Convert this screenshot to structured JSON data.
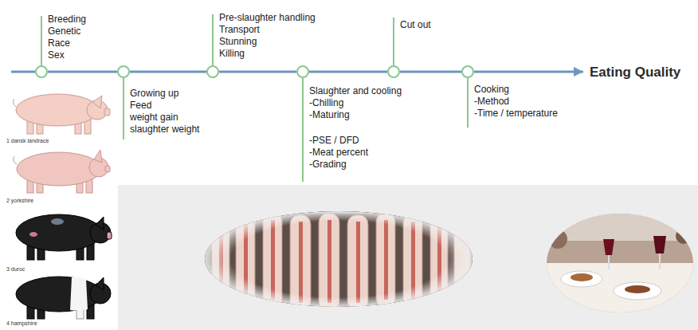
{
  "diagram": {
    "nodes": [
      {
        "text": [
          "Breeding",
          "Genetic",
          "Race",
          "Sex"
        ]
      },
      {
        "text": [
          "Growing up",
          "Feed",
          "weight gain",
          "slaughter weight"
        ]
      },
      {
        "text": [
          "Pre-slaughter handling",
          "Transport",
          "Stunning",
          "Killing"
        ]
      },
      {
        "text": [
          "Slaughter and cooling",
          "-Chilling",
          "-Maturing",
          "-PSE / DFD",
          "-Meat percent",
          "-Grading"
        ]
      },
      {
        "text": [
          "Cut out"
        ]
      },
      {
        "text": [
          "Cooking",
          "-Method",
          "-Time / temperature"
        ]
      },
      {
        "text": [
          "Eating Quality"
        ]
      }
    ],
    "edges": [
      {
        "from": 0,
        "to": 1,
        "arrow": "none"
      },
      {
        "from": 1,
        "to": 2,
        "arrow": "none"
      },
      {
        "from": 2,
        "to": 3,
        "arrow": "none"
      },
      {
        "from": 3,
        "to": 4,
        "arrow": "none"
      },
      {
        "from": 4,
        "to": 5,
        "arrow": "none"
      },
      {
        "from": 5,
        "to": 6,
        "arrow": "to"
      }
    ],
    "labels": [
      "1 dansk landrace",
      "2 yorkshire",
      "3 duroc",
      "4 hampshire"
    ]
  }
}
